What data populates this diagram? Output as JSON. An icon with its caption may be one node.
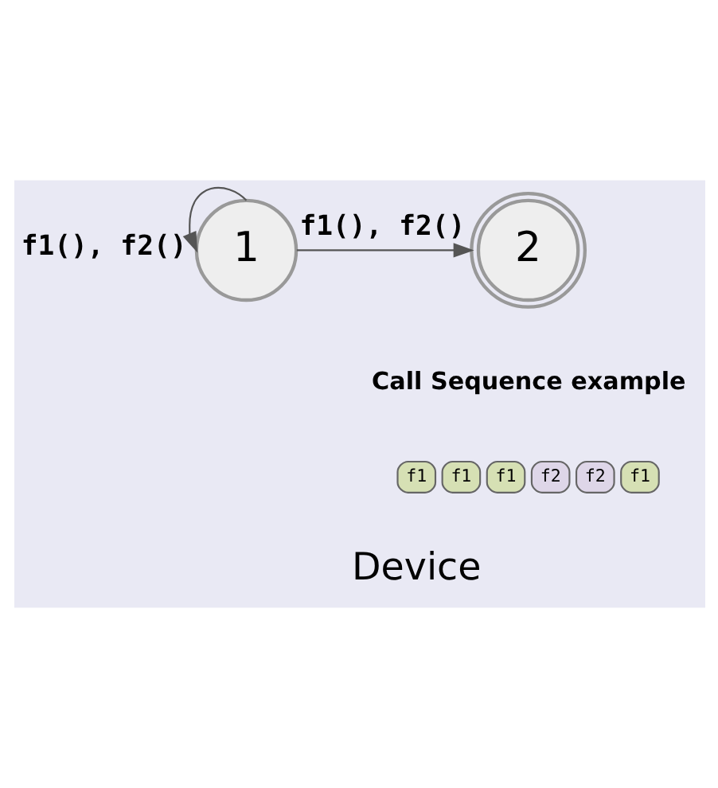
{
  "diagram": {
    "nodes": [
      {
        "text": [
          "1"
        ]
      },
      {
        "text": [
          "2"
        ]
      },
      {
        "text": [
          "f1"
        ]
      },
      {
        "text": [
          "f1"
        ]
      },
      {
        "text": [
          "f1"
        ]
      },
      {
        "text": [
          "f2"
        ]
      },
      {
        "text": [
          "f2"
        ]
      },
      {
        "text": [
          "f1"
        ]
      }
    ],
    "edges": [
      {
        "from": 0,
        "to": 0,
        "arrow": "to",
        "label": "f1(), f2()"
      },
      {
        "from": 0,
        "to": 1,
        "arrow": "to",
        "label": "f1(), f2()"
      }
    ],
    "labels": [
      "Call Sequence example",
      "Device"
    ]
  }
}
